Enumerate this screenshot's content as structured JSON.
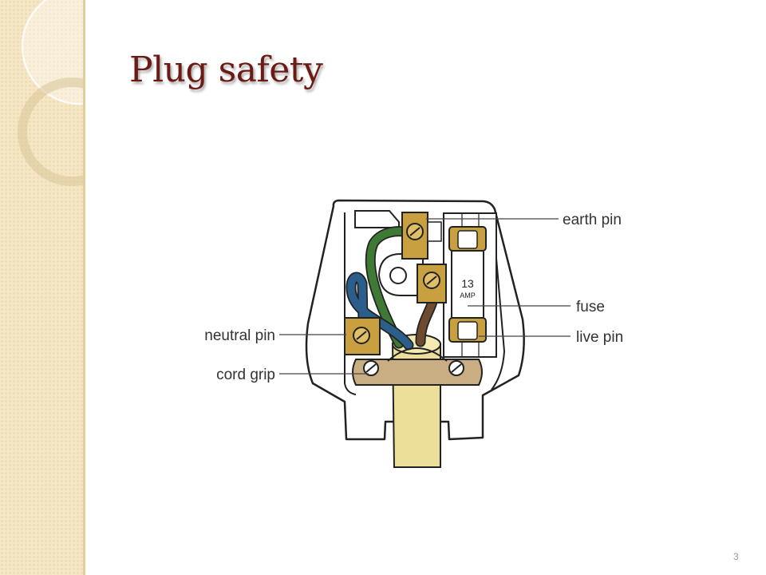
{
  "slide": {
    "title": "Plug safety",
    "page_number": "3"
  },
  "diagram": {
    "labels": {
      "earth_pin": "earth pin",
      "fuse": "fuse",
      "live_pin": "live pin",
      "neutral_pin": "neutral pin",
      "cord_grip": "cord grip"
    },
    "fuse_rating": {
      "number": "13",
      "unit": "AMP"
    }
  },
  "colors": {
    "title": "#6b1a14",
    "earth_wire": "#3f7a34",
    "neutral_wire": "#2c5e8c",
    "live_wire": "#6e4a2e",
    "terminal_brass": "#c9a040",
    "cable_sheath": "#ecdf9a",
    "cord_grip": "#c9ad83",
    "side_panel": "#f5e6c4"
  }
}
